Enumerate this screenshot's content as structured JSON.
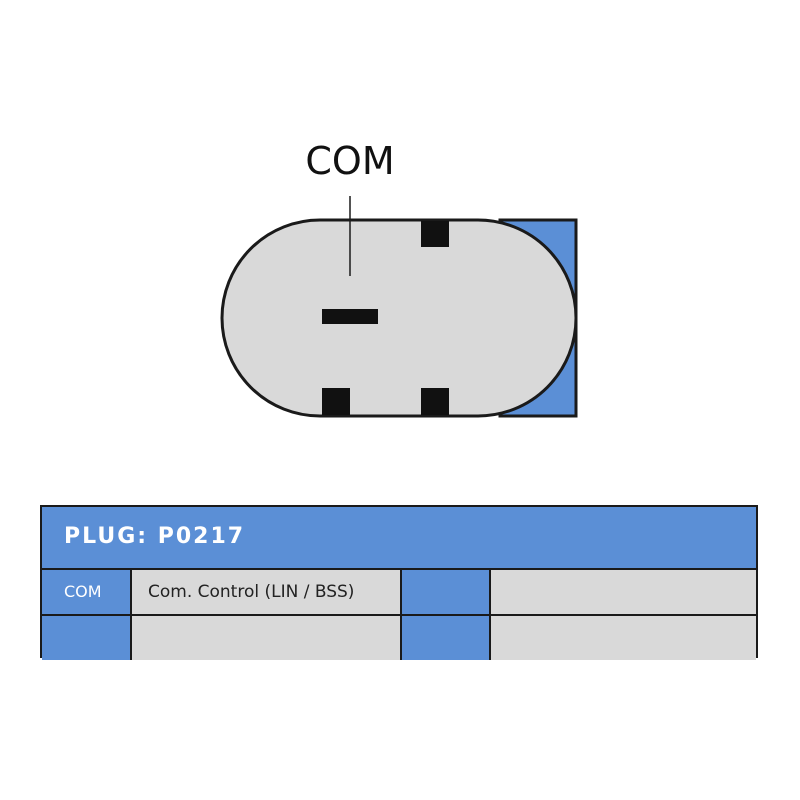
{
  "connector": {
    "pin_label": "COM"
  },
  "table": {
    "title": "PLUG: P0217",
    "rows": [
      {
        "pin": "COM",
        "function": "Com. Control (LIN / BSS)",
        "pin2": "",
        "function2": ""
      },
      {
        "pin": "",
        "function": "",
        "pin2": "",
        "function2": ""
      }
    ]
  },
  "colors": {
    "accent": "#5b8fd6",
    "body_fill": "#d9d9d9",
    "outline": "#1a1a1a"
  }
}
